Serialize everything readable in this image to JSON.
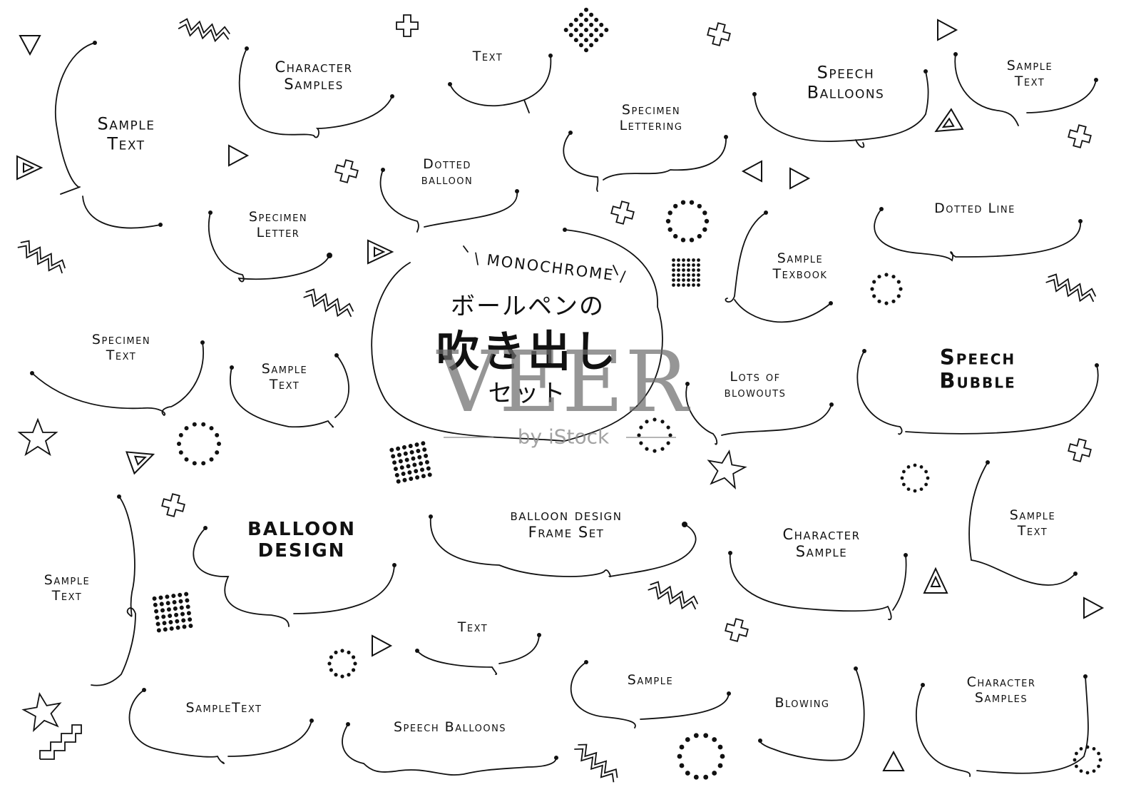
{
  "center": {
    "tag": "\\ MONOCHROME /",
    "title_jp": "ボールペンの",
    "heading_jp": "吹き出し",
    "sub_jp": "セット"
  },
  "watermark": {
    "brand": "VEER",
    "byline": "by iStock"
  },
  "labels": [
    {
      "id": "character-samples-1",
      "lines": [
        "Character",
        "Samples"
      ]
    },
    {
      "id": "text-1",
      "lines": [
        "Text"
      ]
    },
    {
      "id": "speech-balloons-1",
      "lines": [
        "Speech",
        "Balloons"
      ]
    },
    {
      "id": "sample-text-1",
      "lines": [
        "Sample",
        "Text"
      ]
    },
    {
      "id": "sample-text-2",
      "lines": [
        "Sample",
        "Text"
      ]
    },
    {
      "id": "specimen-lettering",
      "lines": [
        "Specimen",
        "Lettering"
      ]
    },
    {
      "id": "dotted-balloon",
      "lines": [
        "Dotted",
        "balloon"
      ]
    },
    {
      "id": "specimen-letter",
      "lines": [
        "Specimen",
        "Letter"
      ]
    },
    {
      "id": "dotted-line",
      "lines": [
        "Dotted Line"
      ]
    },
    {
      "id": "sample-texbook",
      "lines": [
        "Sample",
        "Texbook"
      ]
    },
    {
      "id": "specimen-text",
      "lines": [
        "Specimen",
        "Text"
      ]
    },
    {
      "id": "sample-text-3",
      "lines": [
        "Sample",
        "Text"
      ]
    },
    {
      "id": "lots-of-blowouts",
      "lines": [
        "Lots of",
        "blowouts"
      ]
    },
    {
      "id": "speech-bubble",
      "lines": [
        "Speech",
        "Bubble"
      ]
    },
    {
      "id": "balloon-design",
      "lines": [
        "BALLOON",
        "DESIGN"
      ]
    },
    {
      "id": "balloon-design-frame-set",
      "lines": [
        "balloon design",
        "Frame Set"
      ]
    },
    {
      "id": "character-sample",
      "lines": [
        "Character",
        "Sample"
      ]
    },
    {
      "id": "sample-text-4",
      "lines": [
        "Sample",
        "Text"
      ]
    },
    {
      "id": "sample-text-5",
      "lines": [
        "Sample",
        "Text"
      ]
    },
    {
      "id": "text-2",
      "lines": [
        "Text"
      ]
    },
    {
      "id": "sample",
      "lines": [
        "Sample"
      ]
    },
    {
      "id": "blowing",
      "lines": [
        "Blowing"
      ]
    },
    {
      "id": "character-samples-2",
      "lines": [
        "Character",
        "Samples"
      ]
    },
    {
      "id": "sampletext",
      "lines": [
        "SampleText"
      ]
    },
    {
      "id": "speech-balloons-2",
      "lines": [
        "Speech Balloons"
      ]
    }
  ],
  "icons": [
    "triangle-outline-icon",
    "triangle-double-icon",
    "zigzag-icon",
    "cross-outline-icon",
    "dot-grid-icon",
    "dot-circle-icon",
    "star-outline-icon",
    "stairs-icon"
  ]
}
